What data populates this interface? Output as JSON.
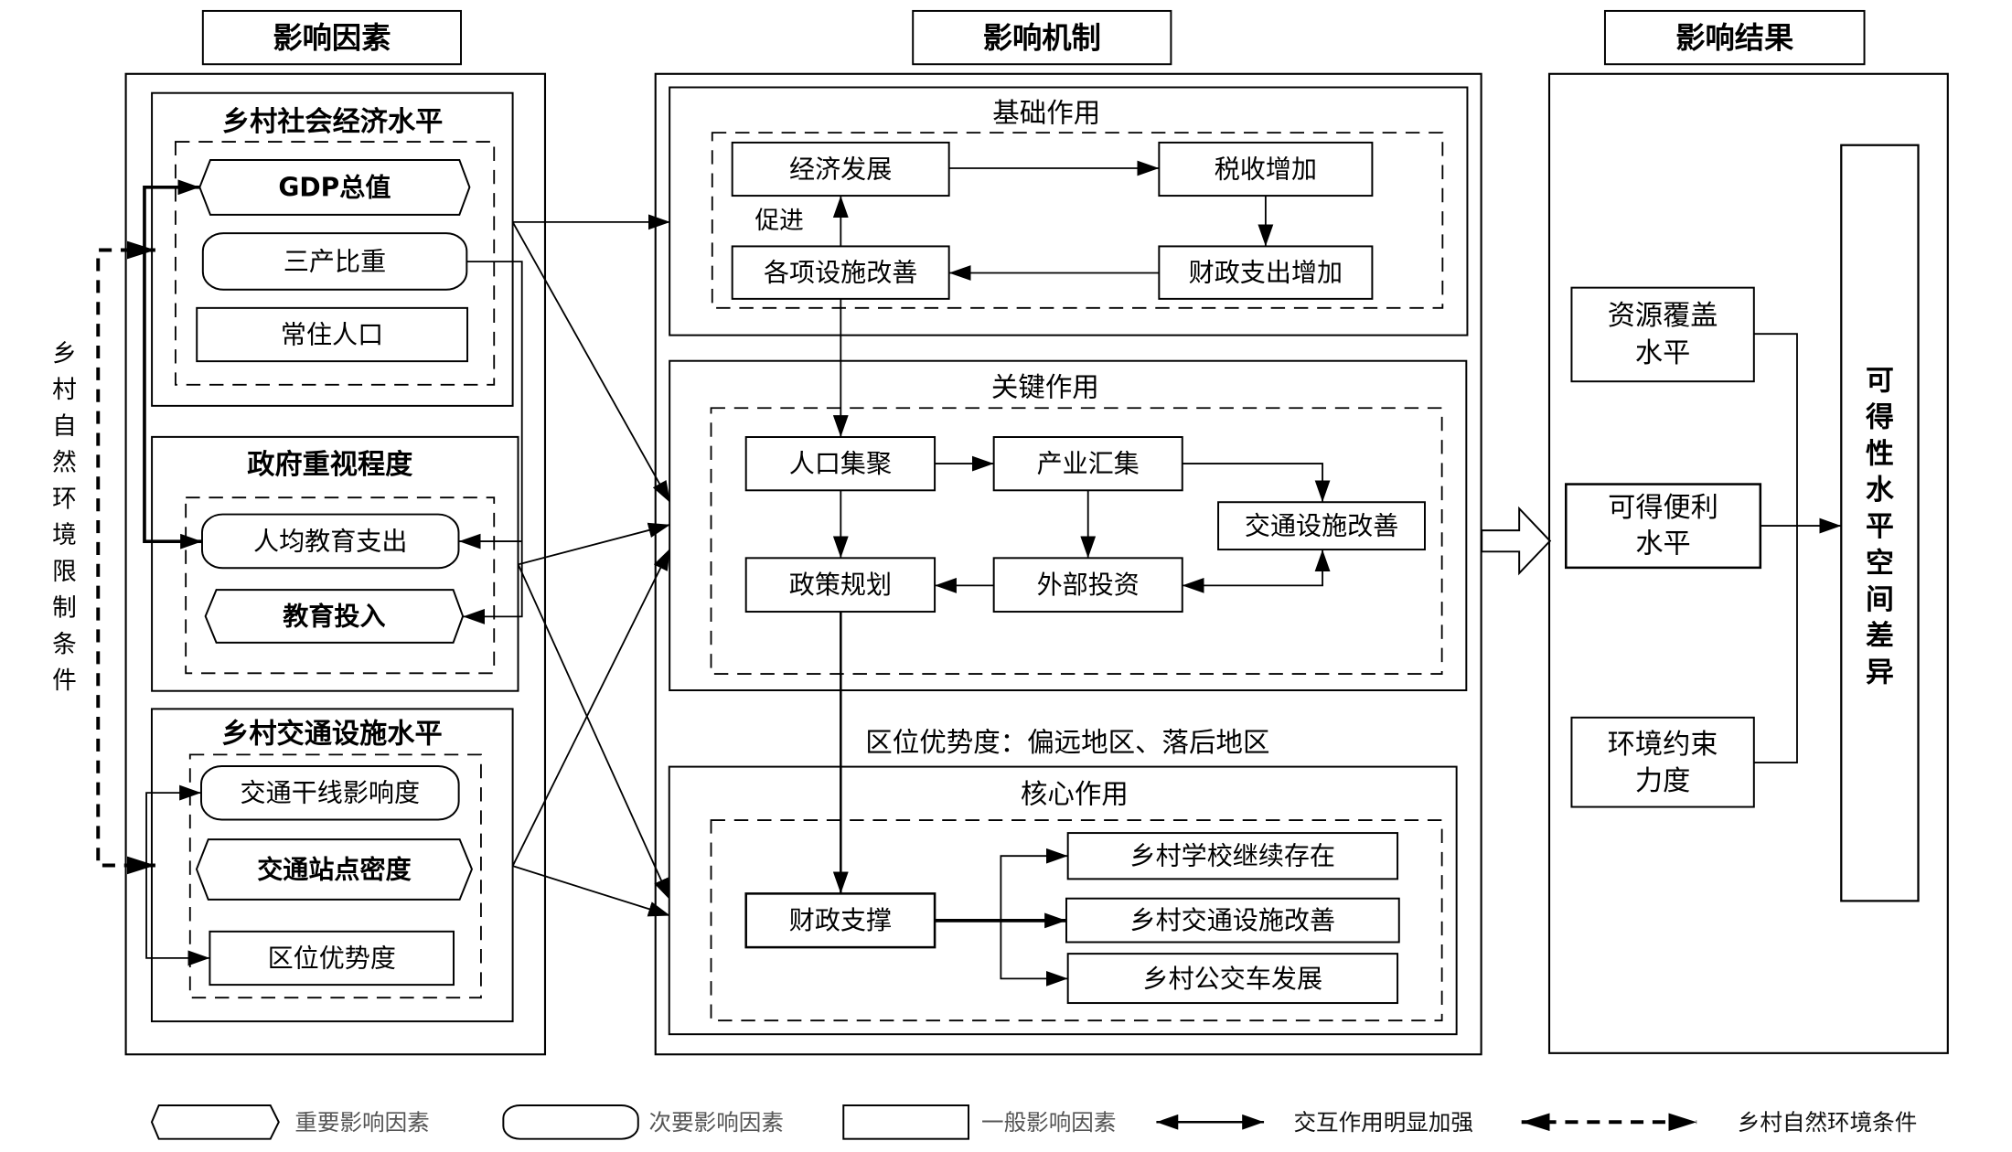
{
  "colors": {
    "stroke": "#000000",
    "background": "#ffffff",
    "legend_muted_text": "#555555"
  },
  "headers": {
    "factors": "影响因素",
    "mechanism": "影响机制",
    "results": "影响结果"
  },
  "factors": {
    "side_label": "乡村自然环境限制条件",
    "groups": [
      {
        "title": "乡村社会经济水平",
        "items": [
          {
            "label": "GDP总值",
            "importance": "important"
          },
          {
            "label": "三产比重",
            "importance": "secondary"
          },
          {
            "label": "常住人口",
            "importance": "general"
          }
        ]
      },
      {
        "title": "政府重视程度",
        "items": [
          {
            "label": "人均教育支出",
            "importance": "secondary"
          },
          {
            "label": "教育投入",
            "importance": "important"
          }
        ]
      },
      {
        "title": "乡村交通设施水平",
        "items": [
          {
            "label": "交通干线影响度",
            "importance": "secondary"
          },
          {
            "label": "交通站点密度",
            "importance": "important"
          },
          {
            "label": "区位优势度",
            "importance": "general"
          }
        ]
      }
    ]
  },
  "mechanism": {
    "basic": {
      "title": "基础作用",
      "economy": "经济发展",
      "tax": "税收增加",
      "spending": "财政支出增加",
      "facilities": "各项设施改善",
      "promote_label": "促进"
    },
    "key": {
      "title": "关键作用",
      "population": "人口集聚",
      "industry": "产业汇集",
      "transport": "交通设施改善",
      "policy": "政策规划",
      "investment": "外部投资"
    },
    "location_note": "区位优势度：偏远地区、落后地区",
    "core": {
      "title": "核心作用",
      "fiscal": "财政支撑",
      "outcomes": [
        "乡村学校继续存在",
        "乡村交通设施改善",
        "乡村公交车发展"
      ]
    }
  },
  "results": {
    "items": [
      {
        "lines": [
          "资源覆盖",
          "水平"
        ]
      },
      {
        "lines": [
          "可得便利",
          "水平"
        ]
      },
      {
        "lines": [
          "环境约束",
          "力度"
        ]
      }
    ],
    "outcome": "可得性水平空间差异"
  },
  "legend": [
    {
      "shape": "hexagon",
      "label": "重要影响因素"
    },
    {
      "shape": "rounded-rectangle",
      "label": "次要影响因素"
    },
    {
      "shape": "rectangle",
      "label": "一般影响因素"
    },
    {
      "shape": "solid-double-arrow",
      "label": "交互作用明显加强"
    },
    {
      "shape": "dashed-double-arrow",
      "label": "乡村自然环境条件"
    }
  ]
}
